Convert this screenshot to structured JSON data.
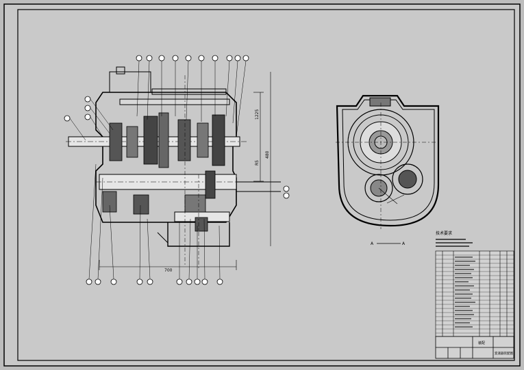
{
  "drawing": {
    "background": "#c8c8c8",
    "line_color": "#000000",
    "hatch_color": "#1a1a1a",
    "sheet_frame": "outer border with inner drawing frame"
  },
  "section_view": {
    "label_left": "A",
    "label_right": "A"
  },
  "dimensions": {
    "bottom_width": "700",
    "right_height": "1225",
    "right_mid": "R5",
    "right_low": "480"
  },
  "title_block": {
    "header": "技术要求",
    "drawing_name": "变速器装配图",
    "part_name": "装配"
  }
}
